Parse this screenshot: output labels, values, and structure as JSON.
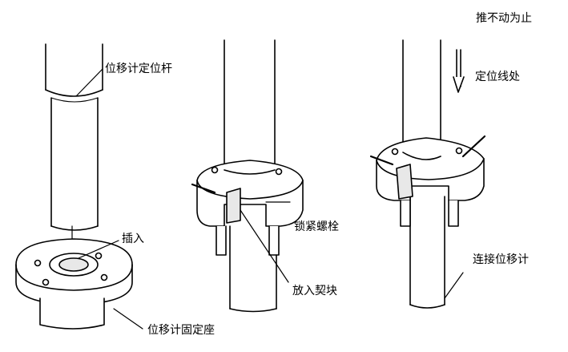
{
  "labels": {
    "rod": "位移计定位杆",
    "insert": "插入",
    "seat": "位移计固定座",
    "bolt": "锁紧螺栓",
    "wedge": "放入契块",
    "push": "推不动为止",
    "line": "定位线处",
    "connect": "连接位移计"
  },
  "colors": {
    "stroke": "#000000",
    "background": "#ffffff",
    "shade": "#e8e8e8"
  }
}
